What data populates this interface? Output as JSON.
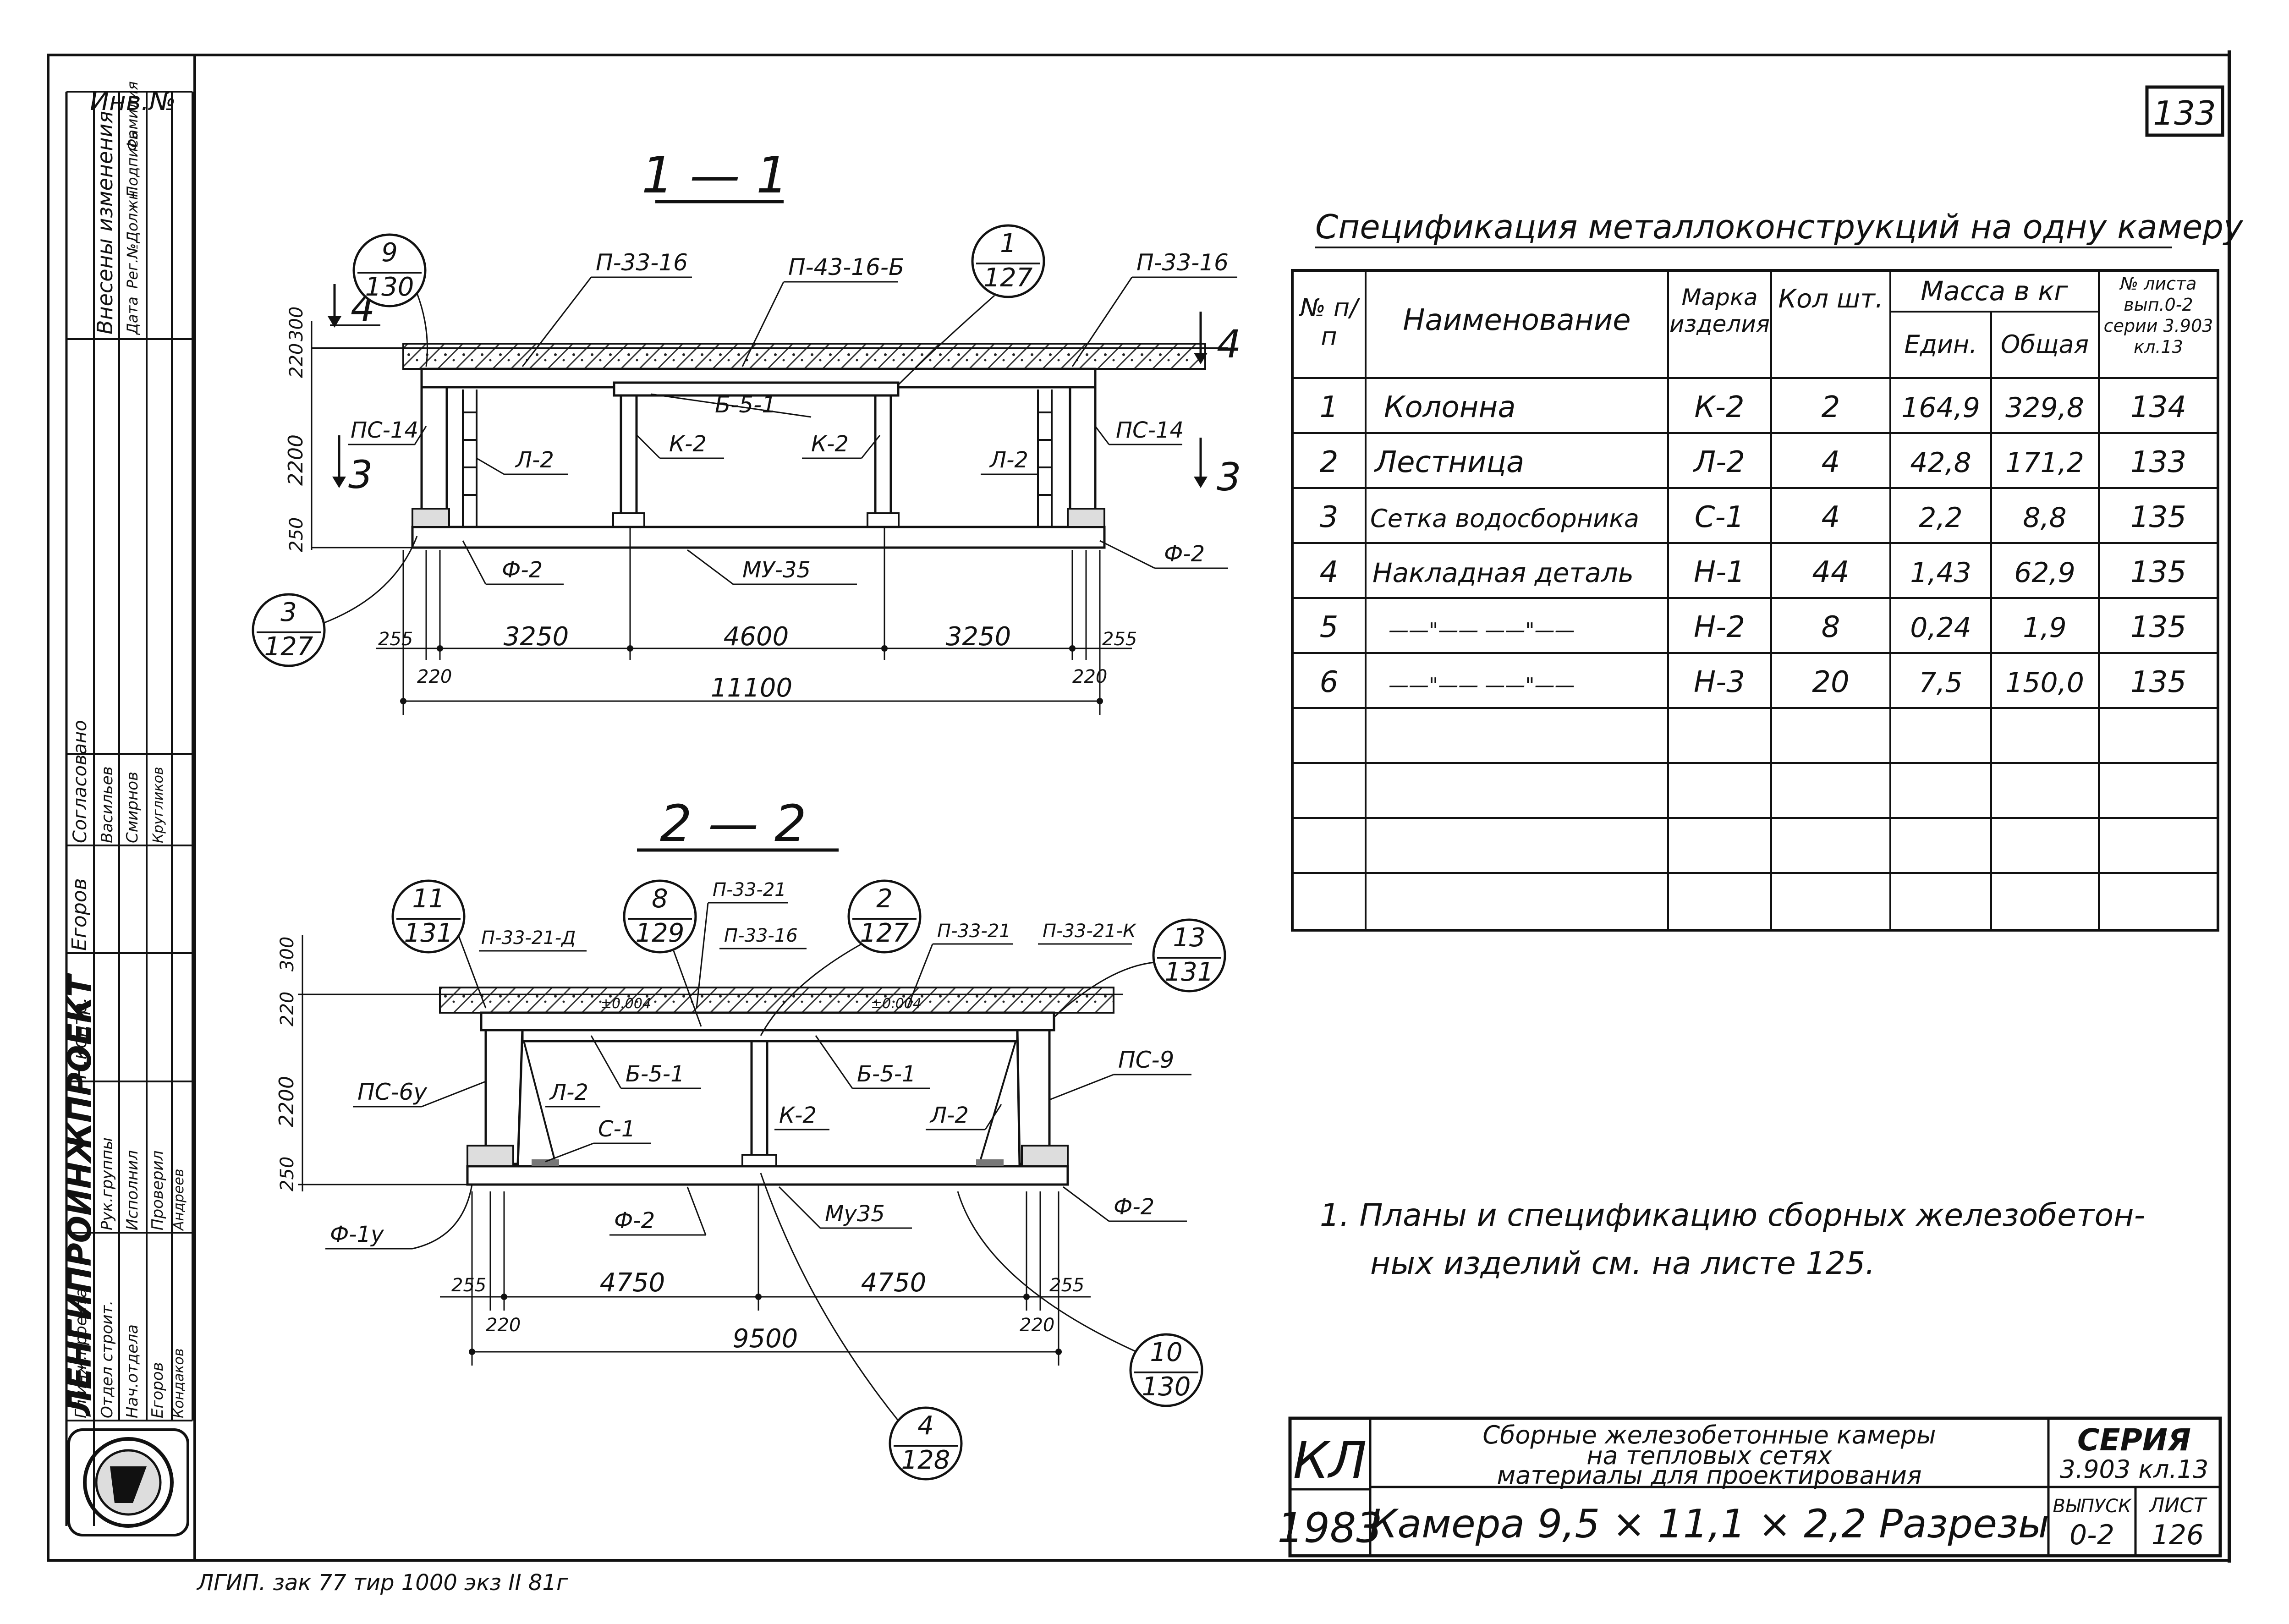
{
  "page_number": "133",
  "stamp": {
    "header": "Инв.№",
    "text": "ЛЕНГИПРОИНЖПРОЕКТ"
  },
  "margin_table": {
    "changes_title": "Внесены изменения",
    "changes_cols": [
      "Дата",
      "Рег.№",
      "Должн",
      "Подпись",
      "Фамилия"
    ],
    "approvals_title": "Согласовано",
    "approvals_names": [
      "Егоров",
      "Васильев",
      "Смирнов",
      "Кругликов"
    ],
    "roles": [
      "Гл.инж.проекта",
      "Н.контр.",
      "Отдел строит.",
      "Рук.группы",
      "Нач.отдела",
      "Исполнил",
      "Проверил"
    ],
    "persons": [
      "Егоров",
      "Кондаков",
      "Андреев"
    ]
  },
  "section1": {
    "title": "1 — 1",
    "callouts": [
      {
        "num": "9",
        "sheet": "130"
      },
      {
        "num": "1",
        "sheet": "127"
      },
      {
        "num": "3",
        "sheet": "127"
      }
    ],
    "labels": {
      "p33_left": "П-33-16",
      "p43": "П-43-16-Б",
      "p33_right": "П-33-16",
      "b51": "Б-5-1",
      "k2_a": "К-2",
      "k2_b": "К-2",
      "l2_a": "Л-2",
      "l2_b": "Л-2",
      "ps14_l": "ПС-14",
      "ps14_r": "ПС-14",
      "f2_l": "Ф-2",
      "f2_r": "Ф-2",
      "mu35": "МУ-35",
      "cut4_l": "4",
      "cut4_r": "4",
      "cut3_l": "3",
      "cut3_r": "3"
    },
    "dims_vertical": [
      "300",
      "220",
      "2200",
      "250"
    ],
    "dims_horizontal": [
      "255",
      "3250",
      "4600",
      "3250",
      "255",
      "220",
      "220",
      "11100"
    ]
  },
  "section2": {
    "title": "2 — 2",
    "callouts": [
      {
        "num": "11",
        "sheet": "131"
      },
      {
        "num": "8",
        "sheet": "129"
      },
      {
        "num": "2",
        "sheet": "127"
      },
      {
        "num": "13",
        "sheet": "131"
      },
      {
        "num": "10",
        "sheet": "130"
      },
      {
        "num": "4",
        "sheet": "128"
      }
    ],
    "labels": {
      "p33_21_a": "П-33-21-Д",
      "p33_21": "П-33-21",
      "p33_16": "П-33-16",
      "p33_21_2": "П-33-21",
      "p33_21_k": "П-33-21-К",
      "level_l": "±0.004",
      "level_r": "±0.004",
      "ps6y": "ПС-6у",
      "ps9": "ПС-9",
      "l2_a": "Л-2",
      "l2_b": "Л-2",
      "b51_a": "Б-5-1",
      "b51_b": "Б-5-1",
      "k2": "К-2",
      "c1": "С-1",
      "f1y": "Ф-1у",
      "f2_a": "Ф-2",
      "f2_b": "Ф-2",
      "mu35": "Му35"
    },
    "dims_vertical": [
      "300",
      "220",
      "2200",
      "250"
    ],
    "dims_horizontal": [
      "255",
      "4750",
      "4750",
      "255",
      "220",
      "220",
      "9500"
    ]
  },
  "spec_title": "Спецификация металлоконструкций на одну камеру",
  "spec_table": {
    "headers": {
      "num": "№ п/п",
      "name": "Наименование",
      "mark": "Марка изделия",
      "qty": "Кол шт.",
      "mass": "Масса в кг",
      "unit": "Един.",
      "total": "Общая",
      "sheet": "№ листа вып.0-2 серии 3.903 кл.13"
    },
    "rows": [
      {
        "num": "1",
        "name": "Колонна",
        "mark": "К-2",
        "qty": "2",
        "unit": "164,9",
        "total": "329,8",
        "sheet": "134"
      },
      {
        "num": "2",
        "name": "Лестница",
        "mark": "Л-2",
        "qty": "4",
        "unit": "42,8",
        "total": "171,2",
        "sheet": "133"
      },
      {
        "num": "3",
        "name": "Сетка водосборника",
        "mark": "С-1",
        "qty": "4",
        "unit": "2,2",
        "total": "8,8",
        "sheet": "135"
      },
      {
        "num": "4",
        "name": "Накладная деталь",
        "mark": "Н-1",
        "qty": "44",
        "unit": "1,43",
        "total": "62,9",
        "sheet": "135"
      },
      {
        "num": "5",
        "name": "——\"——  ——\"——",
        "mark": "Н-2",
        "qty": "8",
        "unit": "0,24",
        "total": "1,9",
        "sheet": "135"
      },
      {
        "num": "6",
        "name": "——\"——  ——\"——",
        "mark": "Н-3",
        "qty": "20",
        "unit": "7,5",
        "total": "150,0",
        "sheet": "135"
      }
    ]
  },
  "note": {
    "line1": "1. Планы и спецификацию сборных железобетон-",
    "line2": "ных изделий см. на листе 125."
  },
  "title_block": {
    "code": "КЛ",
    "year": "1983",
    "desc1": "Сборные железобетонные камеры",
    "desc2": "на тепловых сетях",
    "desc3": "материалы для проектирования",
    "title": "Камера 9,5 × 11,1 × 2,2 Разрезы",
    "series_label": "СЕРИЯ",
    "series_value": "3.903 кл.13",
    "issue_label": "ВЫПУСК",
    "issue_value": "0-2",
    "sheet_label": "ЛИСТ",
    "sheet_value": "126"
  },
  "footer": "ЛГИП. зак 77 тир 1000 экз II 81г"
}
